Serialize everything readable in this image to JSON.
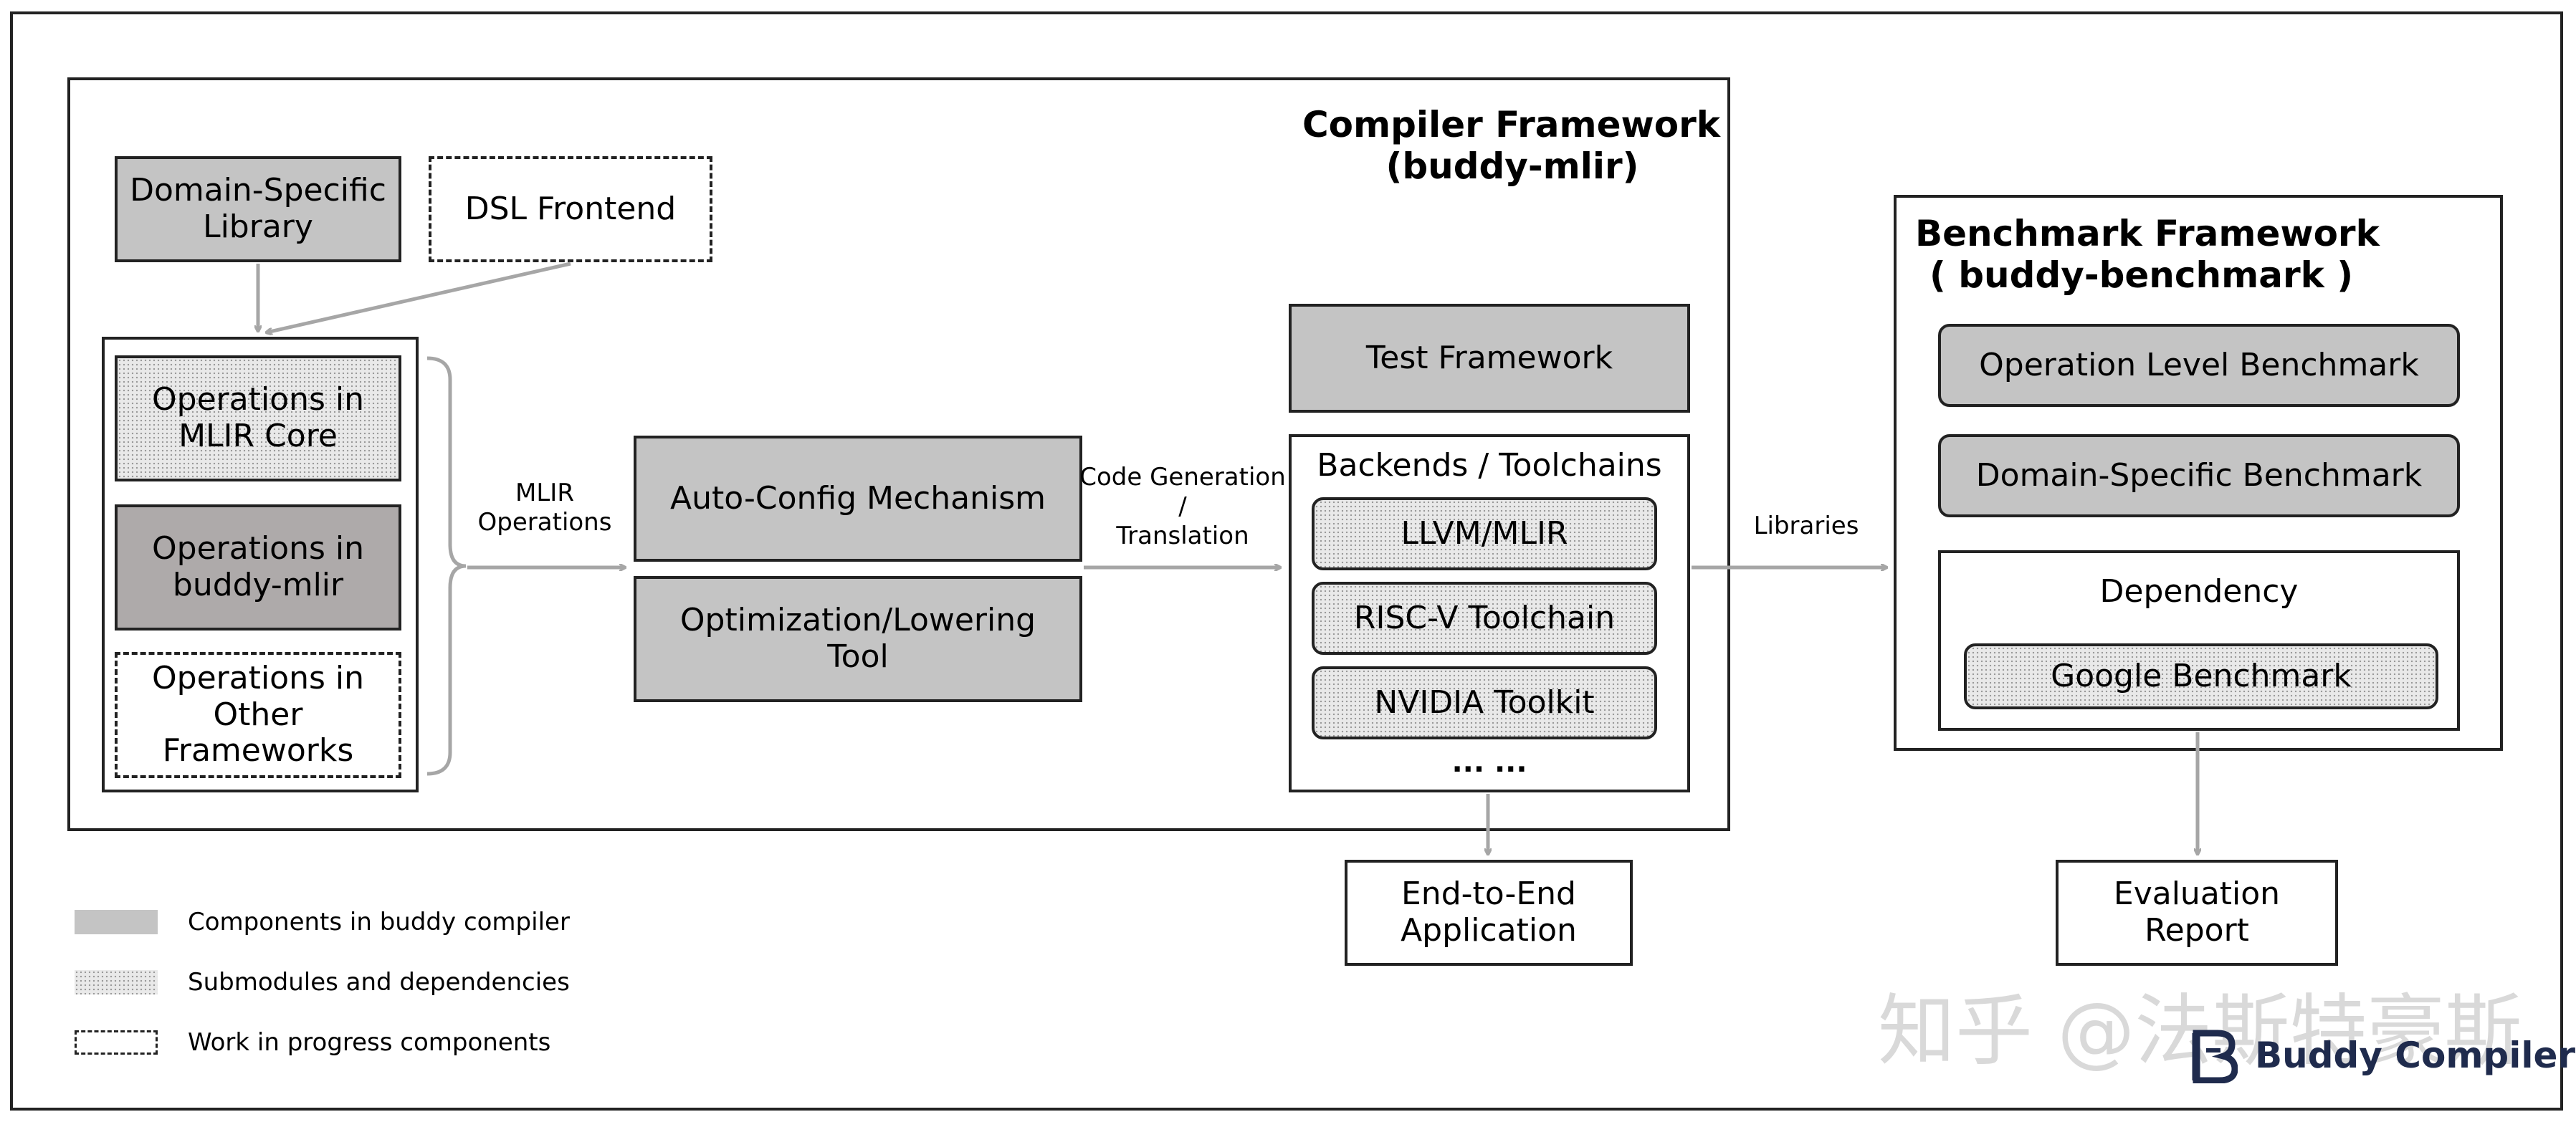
{
  "compiler": {
    "title_line1": "Compiler Framework",
    "title_line2": "(buddy-mlir)",
    "domain_specific_library": [
      "Domain-Specific",
      "Library"
    ],
    "dsl_frontend": "DSL Frontend",
    "ops_mlir_core": [
      "Operations in",
      "MLIR Core"
    ],
    "ops_buddy_mlir": [
      "Operations in",
      "buddy-mlir"
    ],
    "ops_other": [
      "Operations in",
      "Other",
      "Frameworks"
    ],
    "mlir_operations_label": [
      "MLIR",
      "Operations"
    ],
    "auto_config": "Auto-Config Mechanism",
    "optimization": [
      "Optimization/Lowering",
      "Tool"
    ],
    "codegen_label": [
      "Code Generation",
      "/",
      "Translation"
    ],
    "test_framework": "Test Framework",
    "backends_title": "Backends / Toolchains",
    "backends": [
      "LLVM/MLIR",
      "RISC-V Toolchain",
      "NVIDIA Toolkit"
    ],
    "backends_more": "... ..."
  },
  "end_to_end": [
    "End-to-End",
    "Application"
  ],
  "libraries_label": "Libraries",
  "benchmark": {
    "title_line1": "Benchmark Framework",
    "title_line2": "( buddy-benchmark )",
    "operation_level": "Operation Level Benchmark",
    "domain_specific": "Domain-Specific Benchmark",
    "dependency_title": "Dependency",
    "google_benchmark": "Google Benchmark"
  },
  "evaluation_report": [
    "Evaluation",
    "Report"
  ],
  "legend": [
    {
      "style": "gray",
      "label": "Components in buddy compiler"
    },
    {
      "style": "dotted",
      "label": "Submodules and dependencies"
    },
    {
      "style": "dashed",
      "label": "Work in progress components"
    }
  ],
  "watermark": "知乎 @法斯特豪斯",
  "logo_text": "Buddy Compiler",
  "colors": {
    "gray": "#c4c4c4",
    "darkgray": "#aeaaaa",
    "arrow": "#a6a6a6",
    "border": "#222222"
  }
}
